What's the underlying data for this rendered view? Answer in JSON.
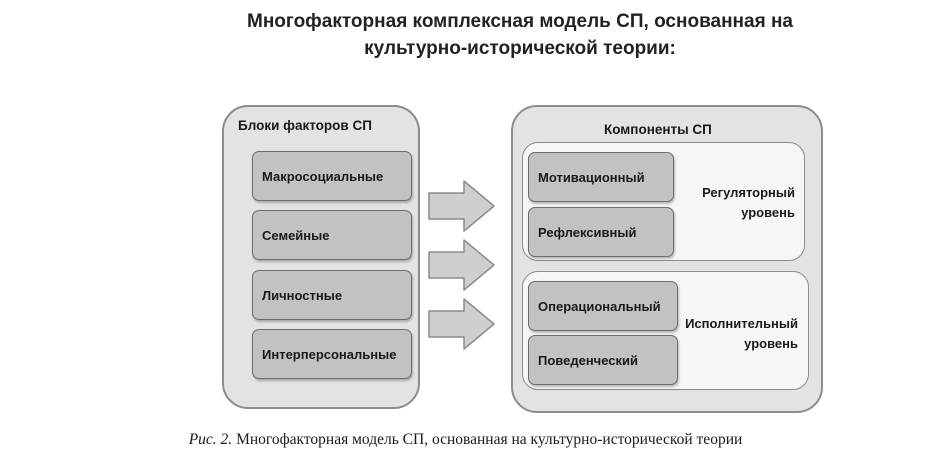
{
  "title": {
    "line1": "Многофакторная комплексная модель СП, основанная на",
    "line2": "культурно-исторической теории:"
  },
  "left_panel": {
    "label": "Блоки факторов СП",
    "factors": [
      "Макросоциальные",
      "Семейные",
      "Личностные",
      "Интерперсональные"
    ]
  },
  "right_panel": {
    "label": "Компоненты СП",
    "regulatory": {
      "label_line1": "Регуляторный",
      "label_line2": "уровень",
      "components": [
        "Мотивационный",
        "Рефлексивный"
      ]
    },
    "executive": {
      "label_line1": "Исполнительный",
      "label_line2": "уровень",
      "components": [
        "Операциональный",
        "Поведенческий"
      ]
    }
  },
  "caption": {
    "fig": "Рис. 2.",
    "text": " Многофакторная модель СП, основанная на культурно-исторической теории"
  },
  "colors": {
    "panel_fill": "#e3e3e3",
    "box_fill": "#c2c2c2",
    "level_fill": "#f6f6f6",
    "arrow_fill": "#cfcfcf",
    "border": "#8c8c8c"
  }
}
